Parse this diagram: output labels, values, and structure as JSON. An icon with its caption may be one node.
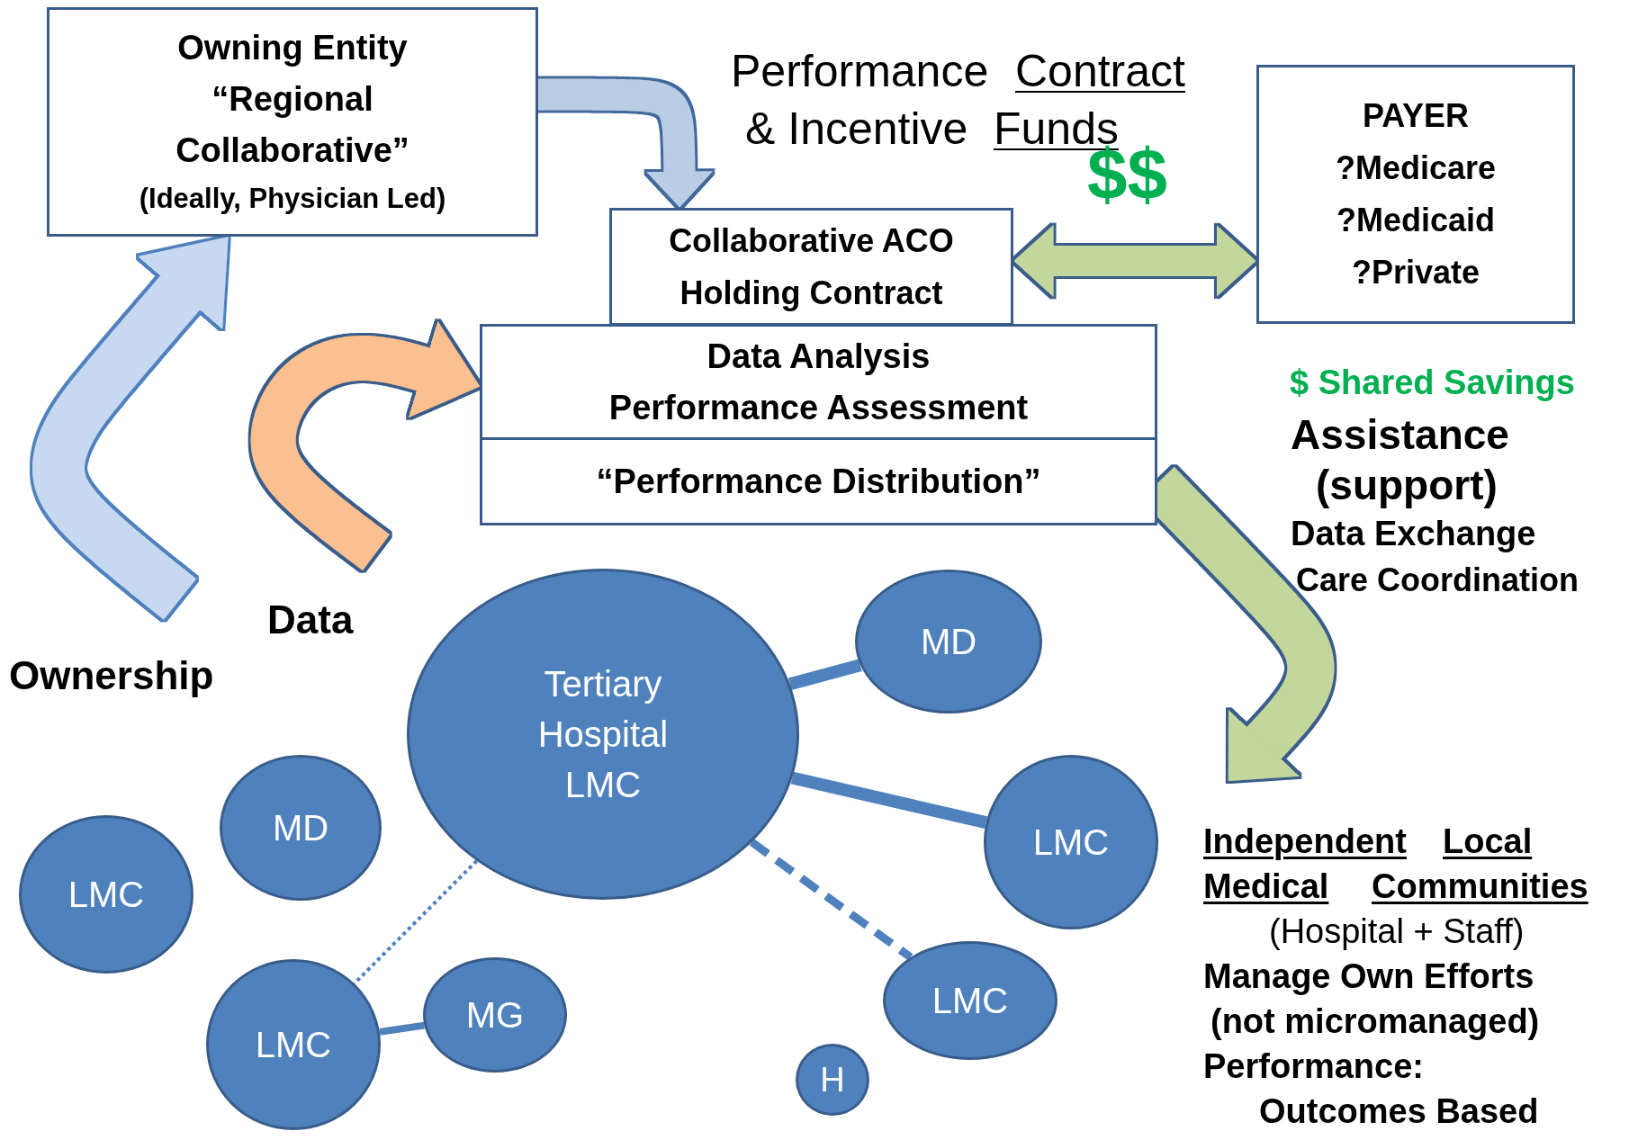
{
  "diagram": {
    "nodes": [
      {
        "text": [
          "Owning Entity “Regional Collaborative”",
          "(Ideally, Physician Led)"
        ]
      },
      {
        "text": [
          "Collaborative ACO Holding Contract"
        ]
      },
      {
        "text": [
          "Data Analysis",
          "Performance Assessment"
        ]
      },
      {
        "text": [
          "“Performance Distribution”"
        ]
      },
      {
        "text": [
          "PAYER",
          "?Medicare",
          "?Medicaid",
          "?Private"
        ]
      },
      {
        "text": [
          "Independent",
          "Local",
          "Medical",
          "Communities",
          "(Hospital + Staff)",
          "Manage Own Efforts",
          "(not micromanaged)",
          "Performance:",
          "Outcomes Based"
        ]
      },
      {
        "text": [
          "Tertiary Hospital LMC"
        ]
      },
      {
        "text": [
          "MD"
        ]
      },
      {
        "text": [
          "LMC"
        ]
      },
      {
        "text": [
          "MD"
        ]
      },
      {
        "text": [
          "LMC"
        ]
      },
      {
        "text": [
          "LMC"
        ]
      },
      {
        "text": [
          "LMC"
        ]
      },
      {
        "text": [
          "MG"
        ]
      },
      {
        "text": [
          "H"
        ]
      }
    ],
    "edges": [
      {
        "from": null,
        "to": 0,
        "arrow": "to",
        "style": "thick",
        "color": "#c6d9f1"
      },
      {
        "from": 0,
        "to": 1,
        "arrow": "to",
        "style": "thick",
        "color": "#b9cde5"
      },
      {
        "from": null,
        "to": 2,
        "arrow": "to",
        "style": "thick",
        "color": "#fac090"
      },
      {
        "from": 1,
        "to": 4,
        "arrow": "both",
        "style": "thick",
        "color": "#c3d69b"
      },
      {
        "from": 3,
        "to": 5,
        "arrow": "to",
        "style": "thick",
        "color": "#c3d69b"
      },
      {
        "from": 6,
        "to": 7,
        "arrow": "none"
      },
      {
        "from": 6,
        "to": 8,
        "arrow": "none"
      },
      {
        "from": 6,
        "to": 11,
        "arrow": "none",
        "style": "dashed"
      },
      {
        "from": 6,
        "to": 12,
        "arrow": "none",
        "style": "dashed"
      },
      {
        "from": 12,
        "to": 13,
        "arrow": "none"
      }
    ],
    "labels": [
      "Performance",
      "Contract",
      "& Incentive",
      "Funds",
      "$$",
      "$ Shared Savings",
      "Assistance",
      "(support)",
      "Data Exchange",
      "Care Coordination",
      "Data",
      "Ownership"
    ]
  }
}
